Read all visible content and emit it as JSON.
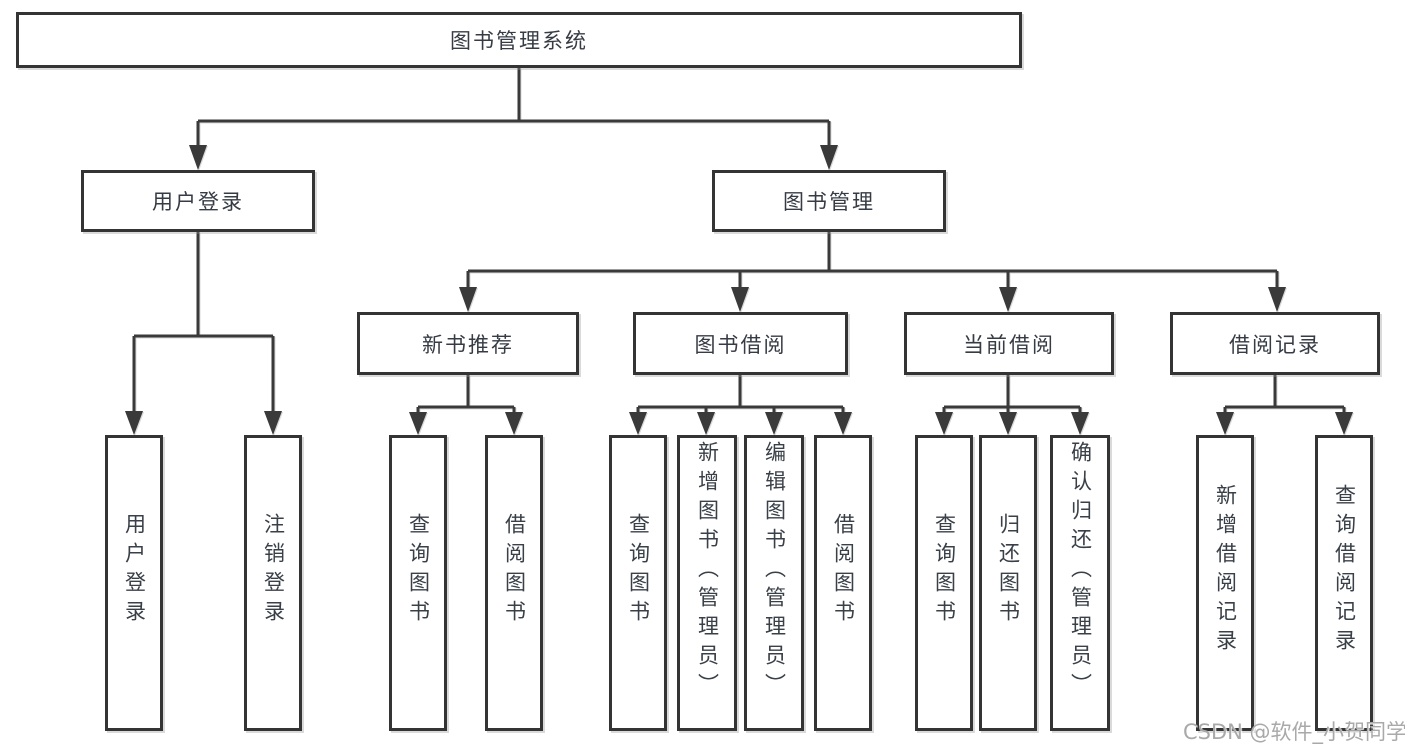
{
  "diagram": {
    "root": {
      "label": "图书管理系统"
    },
    "level2": [
      {
        "label": "用户登录",
        "leaves": [
          {
            "label": "用户登录"
          },
          {
            "label": "注销登录"
          }
        ]
      },
      {
        "label": "图书管理",
        "groups": [
          {
            "label": "新书推荐",
            "leaves": [
              {
                "label": "查询图书"
              },
              {
                "label": "借阅图书"
              }
            ]
          },
          {
            "label": "图书借阅",
            "leaves": [
              {
                "label": "查询图书"
              },
              {
                "label": "新增图书（管理员）"
              },
              {
                "label": "编辑图书（管理员）"
              },
              {
                "label": "借阅图书"
              }
            ]
          },
          {
            "label": "当前借阅",
            "leaves": [
              {
                "label": "查询图书"
              },
              {
                "label": "归还图书"
              },
              {
                "label": "确认归还（管理员）"
              }
            ]
          },
          {
            "label": "借阅记录",
            "leaves": [
              {
                "label": "新增借阅记录"
              },
              {
                "label": "查询借阅记录"
              }
            ]
          }
        ]
      }
    ]
  },
  "watermark": {
    "text": "CSDN @软件_小贺同学"
  },
  "colors": {
    "background": "#ffffff",
    "box_border": "#343434",
    "connector_line": "#3a3a3a",
    "node_text": "#3a4048",
    "watermark_text": "#a9a9a9"
  }
}
